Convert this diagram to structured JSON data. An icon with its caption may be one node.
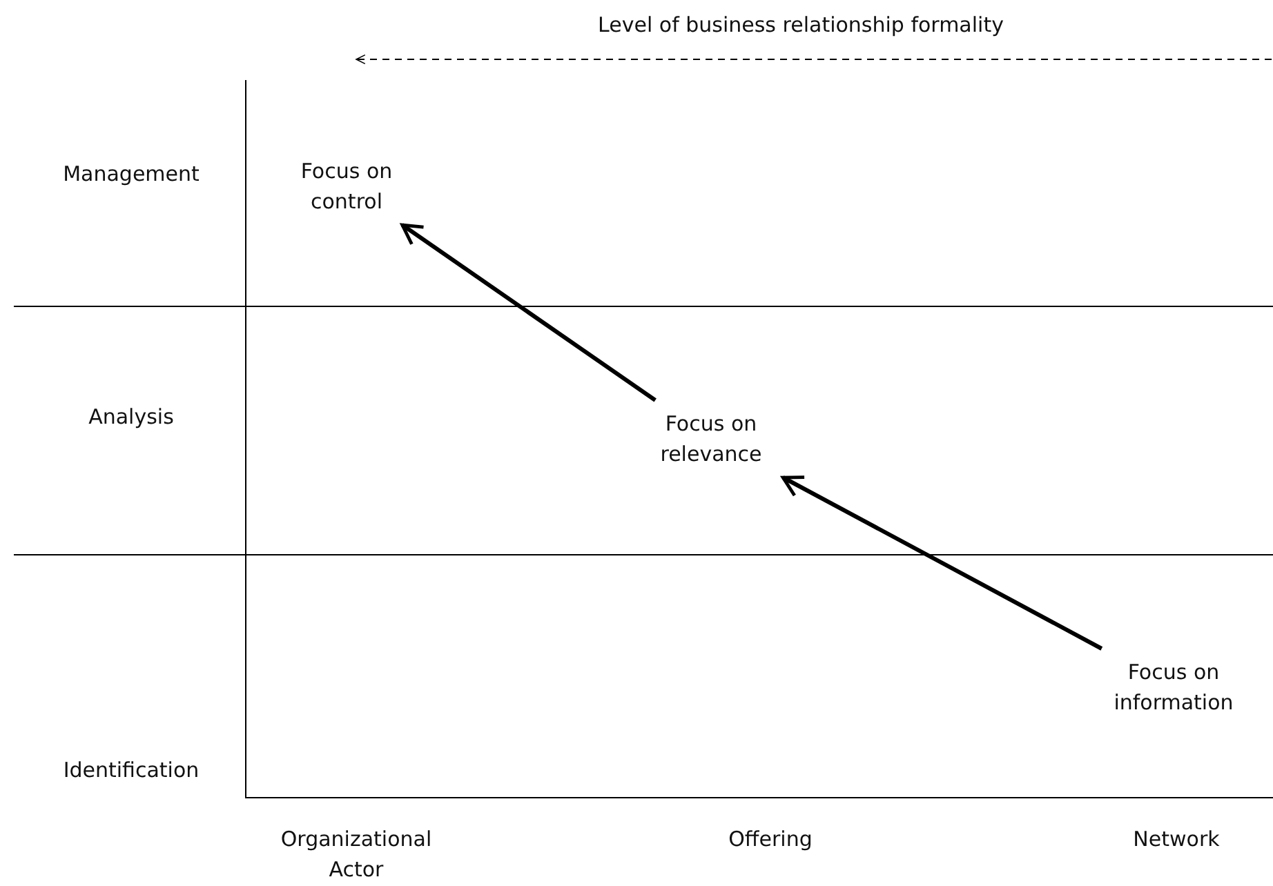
{
  "diagram": {
    "nodes": [
      {
        "text": [
          "Focus on control"
        ]
      },
      {
        "text": [
          "Focus on relevance"
        ]
      },
      {
        "text": [
          "Focus on information"
        ]
      }
    ],
    "edges": [
      {
        "from": 2,
        "to": 1,
        "arrow": "to"
      },
      {
        "from": 1,
        "to": 0,
        "arrow": "to"
      }
    ],
    "labels": [
      "Level of business relationship formality",
      "Management",
      "Analysis",
      "Identification",
      "Organizational Actor",
      "Offering",
      "Network"
    ]
  }
}
